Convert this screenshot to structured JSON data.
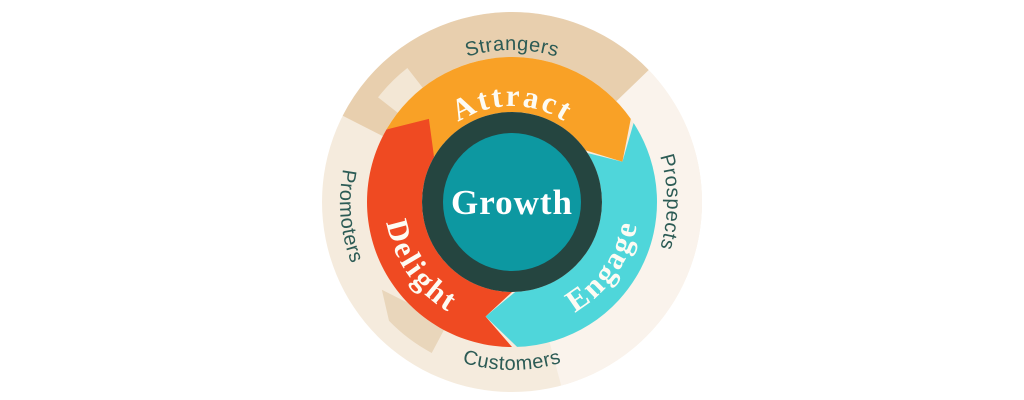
{
  "diagram": {
    "center_label": "Growth",
    "segments": [
      {
        "id": "attract",
        "label": "Attract",
        "color": "#f9a126",
        "tail_angle": 150,
        "head_angle": 35,
        "label_arc": {
          "radius": 96,
          "from": 135,
          "to": 45,
          "direction": "cw"
        }
      },
      {
        "id": "engage",
        "label": "Engage",
        "color": "#4fd6da",
        "tail_angle": 33,
        "head_angle": -88,
        "label_arc": {
          "radius": 127,
          "from": -85,
          "to": 15,
          "direction": "ccw"
        }
      },
      {
        "id": "delight",
        "label": "Delight",
        "color": "#ef4a22",
        "tail_angle": -90,
        "head_angle": -210,
        "label_arc": {
          "radius": 127,
          "from": 180,
          "to": 250,
          "direction": "ccw"
        }
      }
    ],
    "outer_labels": [
      {
        "id": "strangers",
        "label": "Strangers",
        "arc": {
          "radius": 152,
          "from": 140,
          "to": 40,
          "direction": "cw"
        }
      },
      {
        "id": "prospects",
        "label": "Prospects",
        "arc": {
          "radius": 155,
          "from": 30,
          "to": -30,
          "direction": "cw"
        }
      },
      {
        "id": "customers",
        "label": "Customers",
        "arc": {
          "radius": 168,
          "from": 238,
          "to": 302,
          "direction": "ccw"
        }
      },
      {
        "id": "promoters",
        "label": "Promoters",
        "arc": {
          "radius": 172,
          "from": 150,
          "to": 220,
          "direction": "ccw"
        }
      }
    ],
    "ring_arcs": {
      "tan": {
        "from": 153,
        "to": 44
      },
      "light": {
        "from": 44,
        "to": -75
      }
    },
    "colors": {
      "background": "#ffffff",
      "hub_fill": "#0d98a1",
      "hub_ring": "#254540",
      "hub_text": "#ffffff",
      "segment_text": "#fdfbf3",
      "outer_text": "#2c5b55",
      "ring_base": "#f5ebdd",
      "ring_light": "#faf3ec",
      "ring_tan": "#e8cfae",
      "ring_notch": "#f3e7d5",
      "ring_tab": "#e9d6bb"
    }
  }
}
